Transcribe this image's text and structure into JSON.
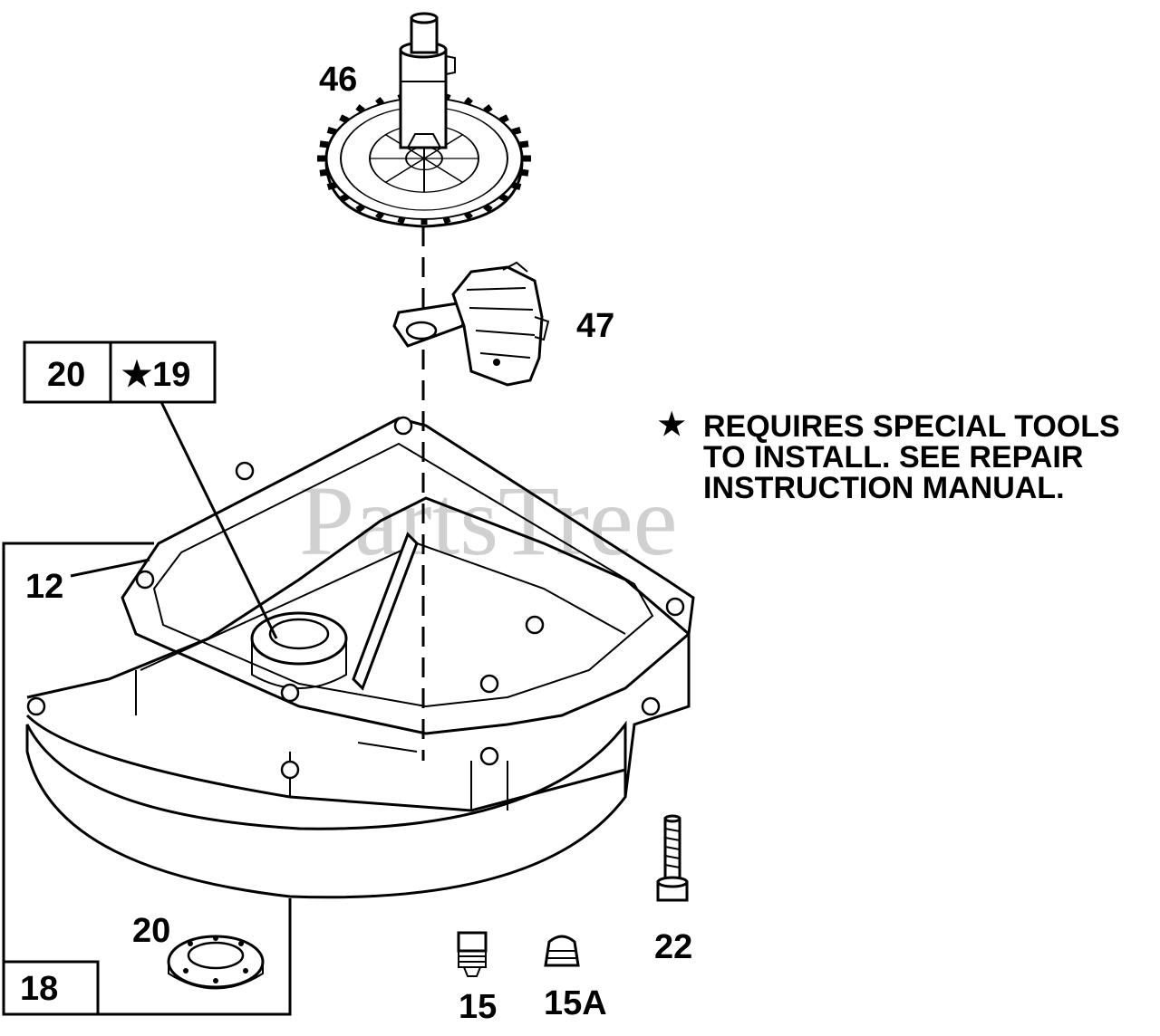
{
  "watermark": "PartsTree",
  "note": {
    "star": "★",
    "lines": [
      "REQUIRES SPECIAL TOOLS",
      "TO INSTALL.  SEE REPAIR",
      "INSTRUCTION MANUAL."
    ]
  },
  "labels": {
    "p46": "46",
    "p47": "47",
    "p12": "12",
    "p22": "22",
    "p20": "20",
    "p15": "15",
    "p15a": "15A",
    "box_20": "20",
    "box_19": "★19",
    "box_18": "18"
  }
}
